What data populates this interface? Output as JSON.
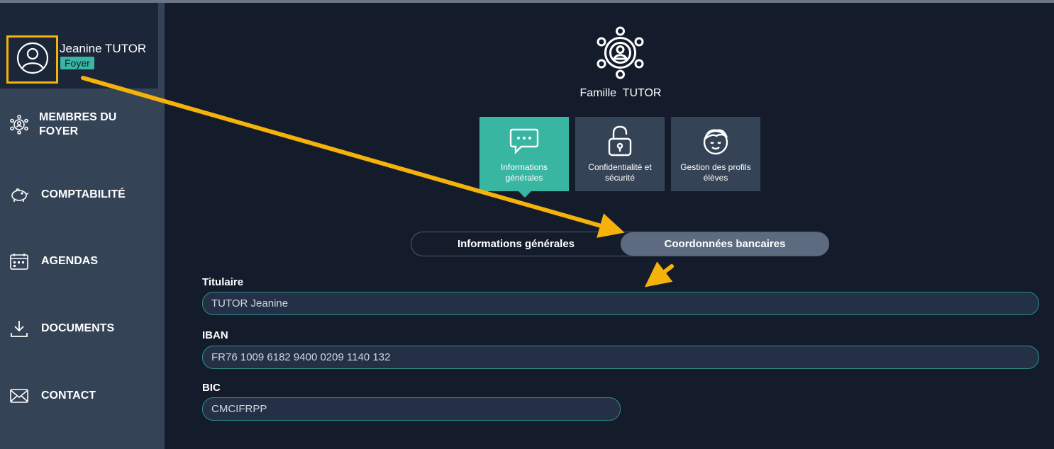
{
  "user": {
    "name": "Jeanine TUTOR",
    "badge": "Foyer"
  },
  "sidebar": {
    "items": [
      {
        "label": "MEMBRES DU FOYER",
        "icon": "network-icon"
      },
      {
        "label": "COMPTABILITÉ",
        "icon": "piggy-bank-icon"
      },
      {
        "label": "AGENDAS",
        "icon": "calendar-icon"
      },
      {
        "label": "DOCUMENTS",
        "icon": "download-icon"
      },
      {
        "label": "CONTACT",
        "icon": "envelope-icon"
      }
    ]
  },
  "header": {
    "title": "Famille  TUTOR"
  },
  "cards": [
    {
      "label": "Informations générales",
      "icon": "chat-bubble-icon",
      "active": true
    },
    {
      "label": "Confidentialité et sécurité",
      "icon": "lock-icon",
      "active": false
    },
    {
      "label": "Gestion des profils élèves",
      "icon": "student-face-icon",
      "active": false
    }
  ],
  "subtabs": [
    {
      "label": "Informations générales",
      "active": false
    },
    {
      "label": "Coordonnées bancaires",
      "active": true
    }
  ],
  "form": {
    "titulaire": {
      "label": "Titulaire",
      "value": "TUTOR Jeanine"
    },
    "iban": {
      "label": "IBAN",
      "value": "FR76 1009 6182 9400 0209 1140 132"
    },
    "bic": {
      "label": "BIC",
      "value": "CMCIFRPP"
    }
  },
  "colors": {
    "accent": "#39b6a2",
    "highlight": "#f5b20a",
    "background": "#141c2c",
    "sidebar": "#354357"
  }
}
